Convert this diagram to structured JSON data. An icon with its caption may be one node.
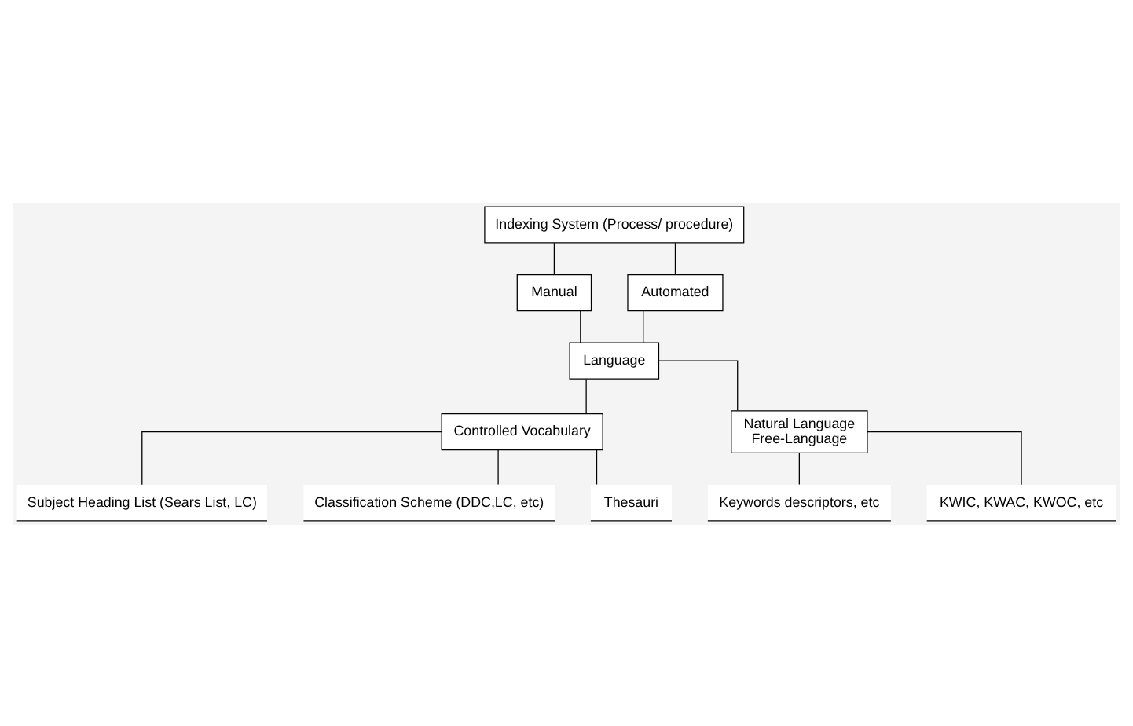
{
  "diagram": {
    "nodes": [
      {
        "text": [
          "Indexing System (Process/ procedure)"
        ]
      },
      {
        "text": [
          "Manual"
        ]
      },
      {
        "text": [
          "Automated"
        ]
      },
      {
        "text": [
          "Language"
        ]
      },
      {
        "text": [
          "Controlled Vocabulary"
        ]
      },
      {
        "text": [
          "Natural Language",
          "Free-Language"
        ]
      },
      {
        "text": [
          "Subject Heading List (Sears List, LC)"
        ]
      },
      {
        "text": [
          "Classification Scheme (DDC,LC, etc)"
        ]
      },
      {
        "text": [
          "Thesauri"
        ]
      },
      {
        "text": [
          "Keywords descriptors, etc"
        ]
      },
      {
        "text": [
          "KWIC, KWAC, KWOC, etc"
        ]
      }
    ],
    "edges": [
      {
        "from": 0,
        "to": 1,
        "arrow": "none"
      },
      {
        "from": 0,
        "to": 2,
        "arrow": "none"
      },
      {
        "from": 1,
        "to": 3,
        "arrow": "none"
      },
      {
        "from": 2,
        "to": 3,
        "arrow": "none"
      },
      {
        "from": 3,
        "to": 4,
        "arrow": "none"
      },
      {
        "from": 3,
        "to": 5,
        "arrow": "none"
      },
      {
        "from": 4,
        "to": 6,
        "arrow": "none"
      },
      {
        "from": 4,
        "to": 7,
        "arrow": "none"
      },
      {
        "from": 4,
        "to": 8,
        "arrow": "none"
      },
      {
        "from": 5,
        "to": 9,
        "arrow": "none"
      },
      {
        "from": 5,
        "to": 10,
        "arrow": "none"
      }
    ]
  }
}
